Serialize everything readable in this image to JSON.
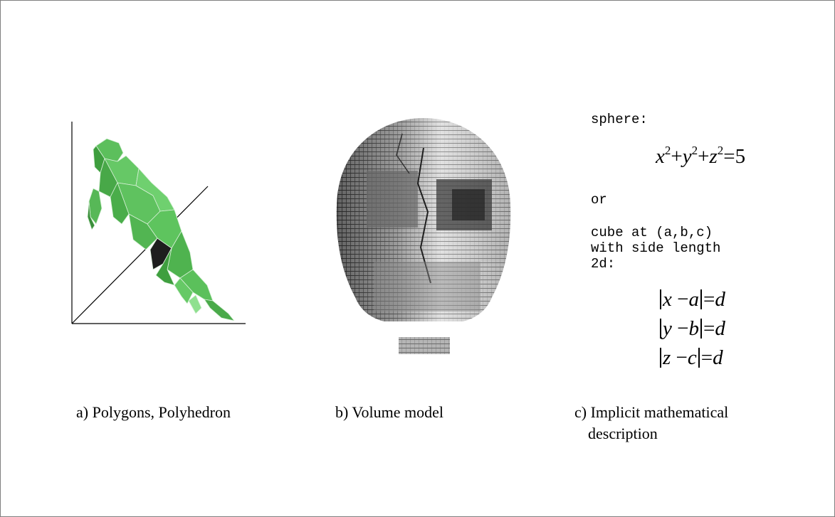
{
  "figure": {
    "captions": {
      "a": "a) Polygons, Polyhedron",
      "b": "b) Volume model",
      "c_line1": "c) Implicit mathematical",
      "c_line2": "description"
    },
    "text_block": {
      "sphere_label": "sphere:",
      "or_label": "or",
      "cube_line1": "cube at (a,b,c)",
      "cube_line2": "with side length",
      "cube_line3": "2d:"
    },
    "equations": {
      "sphere": {
        "x": "x",
        "y": "y",
        "z": "z",
        "exp": "2",
        "plus": "+",
        "eq": "=",
        "rhs": "5"
      },
      "cube": [
        {
          "var": "x",
          "minus": "−",
          "param": "a",
          "eq": "=",
          "rhs": "d"
        },
        {
          "var": "y",
          "minus": "−",
          "param": "b",
          "eq": "=",
          "rhs": "d"
        },
        {
          "var": "z",
          "minus": "−",
          "param": "c",
          "eq": "=",
          "rhs": "d"
        }
      ]
    },
    "colors": {
      "polyhedron_green": "#4caf4c",
      "polyhedron_dark": "#2e7d32",
      "voxel_light": "#e6e6e6",
      "voxel_dark": "#3a3a3a",
      "axis": "#000000",
      "frame": "#7f7f7f"
    }
  }
}
